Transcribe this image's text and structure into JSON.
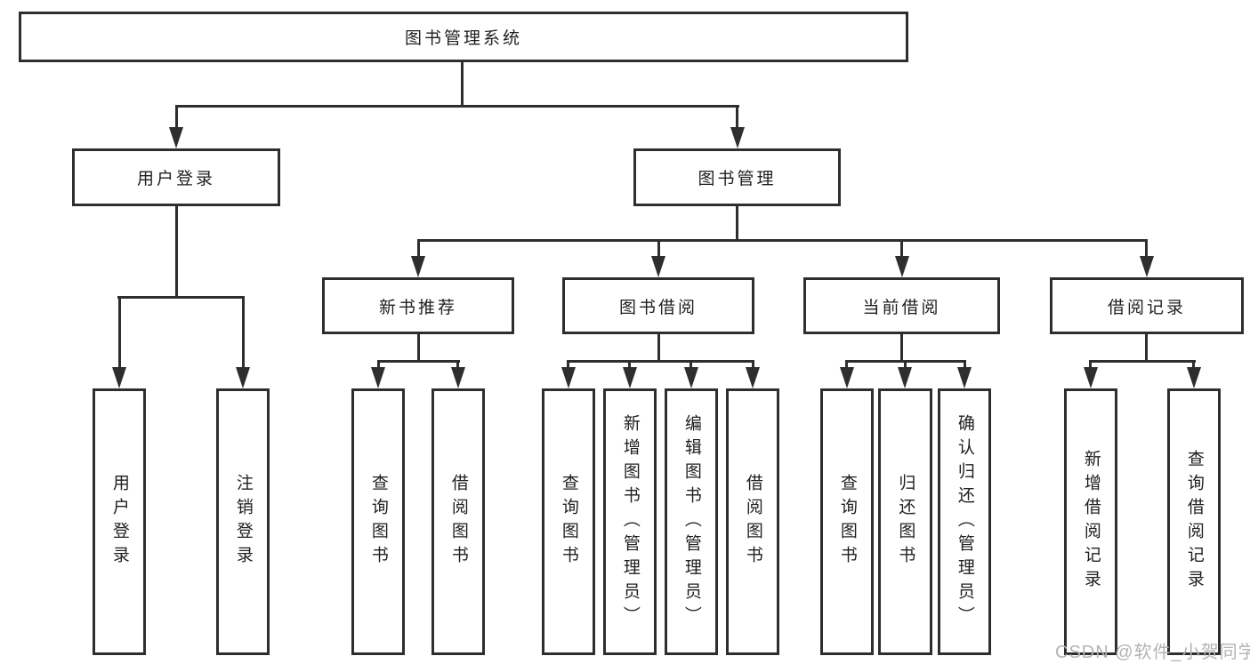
{
  "tree": {
    "root": {
      "label": "图书管理系统"
    },
    "children": [
      {
        "label": "用户登录",
        "leaves": [
          "用户登录",
          "注销登录"
        ]
      },
      {
        "label": "图书管理",
        "children": [
          {
            "label": "新书推荐",
            "leaves": [
              "查询图书",
              "借阅图书"
            ]
          },
          {
            "label": "图书借阅",
            "leaves": [
              "查询图书",
              "新增图书（管理员）",
              "编辑图书（管理员）",
              "借阅图书"
            ]
          },
          {
            "label": "当前借阅",
            "leaves": [
              "查询图书",
              "归还图书",
              "确认归还（管理员）"
            ]
          },
          {
            "label": "借阅记录",
            "leaves": [
              "新增借阅记录",
              "查询借阅记录"
            ]
          }
        ]
      }
    ]
  },
  "watermark": "CSDN @软件_小贺同学",
  "colors": {
    "line": "#2e2e2e",
    "text": "#1f1f1f",
    "background": "#ffffff",
    "watermark": "#b3b3b3"
  }
}
